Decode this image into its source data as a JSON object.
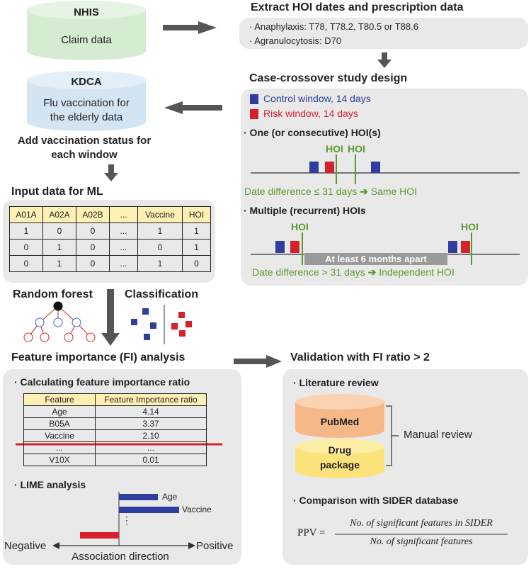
{
  "nhis": {
    "title": "NHIS",
    "body": "Claim data"
  },
  "kdca": {
    "title": "KDCA",
    "line1": "Flu vaccination for",
    "line2": "the elderly data"
  },
  "add_status": {
    "line1": "Add vaccination status for",
    "line2": "each window"
  },
  "extract": {
    "title": "Extract HOI dates and prescription data",
    "item1": "· Anaphylaxis: T78, T78.2, T80.5 or T88.6",
    "item2": "· Agranulocytosis: D70"
  },
  "case_crossover": {
    "title": "Case-crossover study design",
    "control_label": "Control window, 14 days",
    "risk_label": "Risk window, 14 days",
    "one_hoi_title": "· One (or consecutive) HOI(s)",
    "hoi_label": "HOI",
    "same_hoi_diff": "Date difference ≤ 31 days",
    "same_hoi_result": "Same HOI",
    "multi_hoi_title": "· Multiple (recurrent) HOIs",
    "apart_label": "At least 6 months apart",
    "indep_diff": "Date difference > 31 days",
    "indep_result": "Independent HOI",
    "arrow_glyph": "➔"
  },
  "input_ml": {
    "title": "Input data for ML",
    "headers": [
      "A01A",
      "A02A",
      "A02B",
      "...",
      "Vaccine",
      "HOI"
    ],
    "rows": [
      [
        "1",
        "0",
        "0",
        "...",
        "1",
        "1"
      ],
      [
        "0",
        "1",
        "0",
        "...",
        "0",
        "1"
      ],
      [
        "0",
        "1",
        "0",
        "...",
        "1",
        "0"
      ]
    ]
  },
  "random_forest": {
    "label": "Random forest"
  },
  "classification": {
    "label": "Classification"
  },
  "fi_analysis": {
    "title": "Feature importance (FI) analysis",
    "calc_title": "· Calculating feature importance ratio",
    "headers": [
      "Feature",
      "Feature Importance ratio"
    ],
    "rows": [
      [
        "Age",
        "4.14"
      ],
      [
        "B05A",
        "3.37"
      ],
      [
        "Vaccine",
        "2.10"
      ],
      [
        "...",
        "..."
      ],
      [
        "V10X",
        "0.01"
      ]
    ],
    "lime_title": "· LIME analysis",
    "lime_bars": [
      {
        "label": "Age",
        "value": 0.55
      },
      {
        "label": "Vaccine",
        "value": 0.85
      },
      {
        "label": "",
        "value": -0.55
      }
    ],
    "lime_dots": "⋮",
    "negative": "Negative",
    "positive": "Positive",
    "axis_label": "Association direction"
  },
  "validation": {
    "title": "Validation with FI ratio > 2",
    "lit_title": "· Literature review",
    "pubmed": "PubMed",
    "drug1": "Drug",
    "drug2": "package",
    "manual": "Manual review",
    "sider_title": "· Comparison with SIDER database",
    "ppv": "PPV =",
    "numerator": "No. of significant features in SIDER",
    "denominator": "No. of significant features"
  },
  "colors": {
    "blue": "#2e3d9e",
    "red": "#d7202a",
    "green": "#5d9a2e",
    "panel": "#e9e9e9",
    "cyl_green": "#d6ecd2",
    "cyl_blue": "#d3e5f3",
    "cyl_orange": "#f7b889",
    "cyl_yellow": "#fbe27a",
    "arrow": "#555555"
  }
}
